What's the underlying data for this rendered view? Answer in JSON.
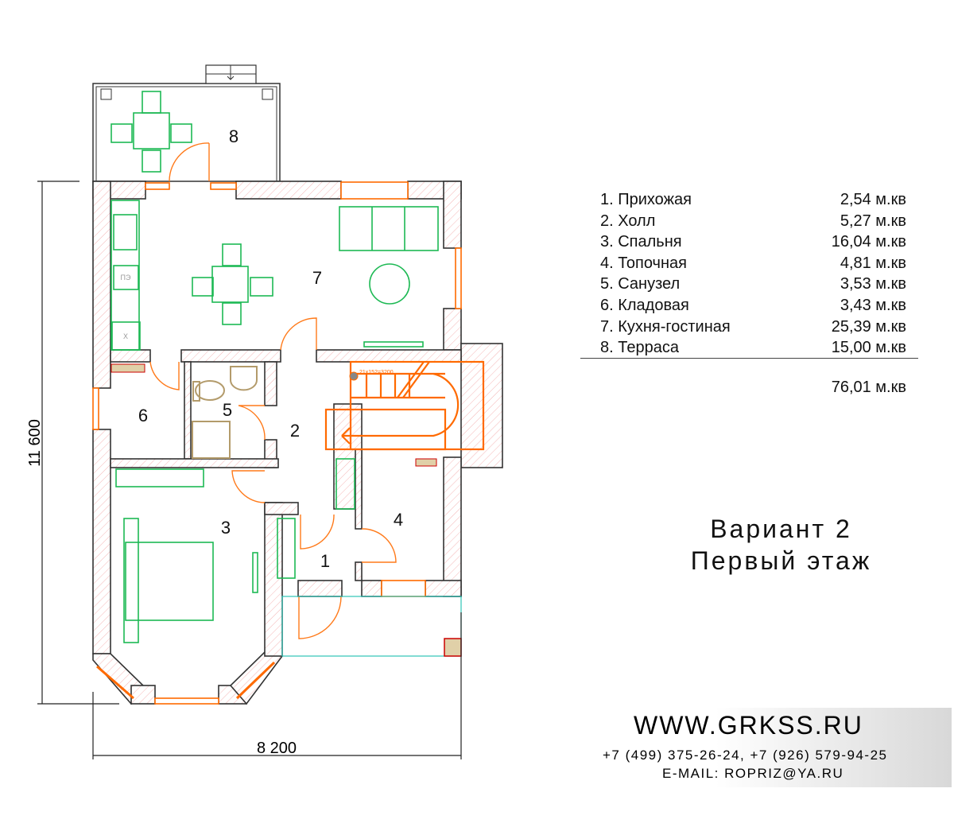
{
  "plan": {
    "rooms": [
      {
        "num": "1"
      },
      {
        "num": "2"
      },
      {
        "num": "3"
      },
      {
        "num": "4"
      },
      {
        "num": "5"
      },
      {
        "num": "6"
      },
      {
        "num": "7"
      },
      {
        "num": "8"
      }
    ],
    "stair_label": "21x152=3200",
    "stove_label": "ПЭ",
    "fridge_label": "Х",
    "dim_height": "11 600",
    "dim_width": "8 200"
  },
  "legend": {
    "items": [
      {
        "name": "1. Прихожая",
        "area": "2,54 м.кв"
      },
      {
        "name": "2. Холл",
        "area": "5,27 м.кв"
      },
      {
        "name": "3. Спальня",
        "area": "16,04 м.кв"
      },
      {
        "name": "4. Топочная",
        "area": "4,81 м.кв"
      },
      {
        "name": "5. Санузел",
        "area": "3,53 м.кв"
      },
      {
        "name": "6. Кладовая",
        "area": "3,43 м.кв"
      },
      {
        "name": "7. Кухня-гостиная",
        "area": "25,39 м.кв"
      },
      {
        "name": "8. Терраса",
        "area": "15,00 м.кв"
      }
    ],
    "total": "76,01 м.кв"
  },
  "title": {
    "line1": "Вариант 2",
    "line2": "Первый этаж"
  },
  "contact": {
    "site": "WWW.GRKSS.RU",
    "phones": "+7 (499) 375-26-24, +7 (926) 579-94-25",
    "email": "E-MAIL: ROPRIZ@YA.RU"
  },
  "colors": {
    "walls": "#333333",
    "hatch": "#f4b6b6",
    "furniture": "#1db954",
    "doors_windows": "#ff6a00",
    "sanitary": "#b39b6b"
  }
}
